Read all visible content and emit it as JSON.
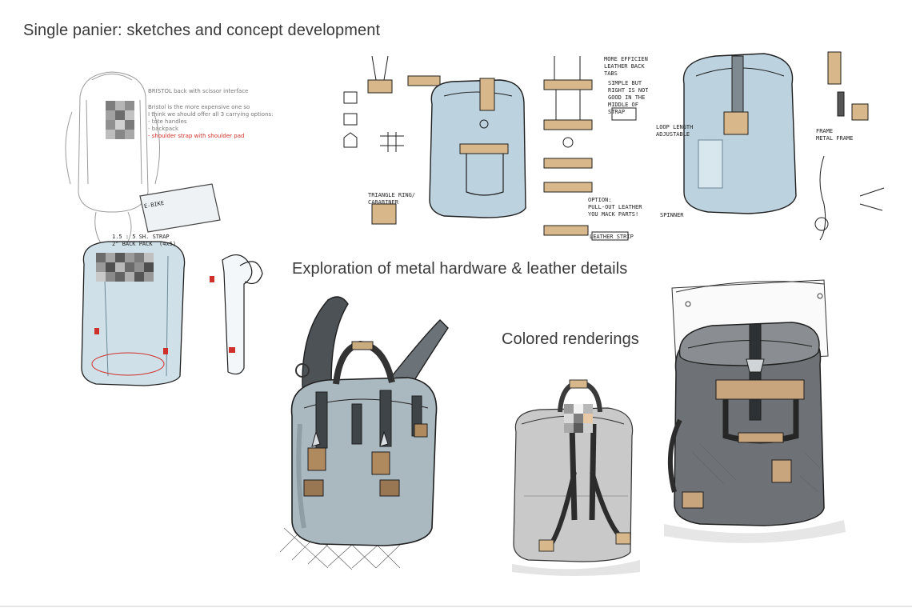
{
  "captions": {
    "sketches": "Single panier: sketches and concept development",
    "metal": "Exploration of metal hardware & leather details",
    "colored": "Colored renderings"
  },
  "notes": {
    "bristol_title": "BRISTOL back with scissor interface",
    "bristol_body": "Bristol is the more expensive one so\nI think we should offer all 3 carrying options:\n- tote handles\n- backpack",
    "bristol_red": "- shoulder strap with shoulder pad",
    "bike_label": "E-BIKE",
    "strap_note": "1.5 : 5 SH. STRAP\n2\" BACK PACK  (4x5)",
    "efficient_note": "MORE EFFICIENT\nLEATHER BACK\nTABS",
    "hardware_note": "SIMPLE BUT\nRIGHT IS NOT\nGOOD IN THE\nMIDDLE OF\nSTRAP",
    "triangle_note": "TRIANGLE RING/\nCARABINER",
    "loop_note": "LOOP LENGTH\nADJUSTABLE",
    "spinner_note": "SPINNER",
    "leather_strip": "LEATHER STRIP",
    "option_note": "OPTION:\nPULL-OUT LEATHER\nYOU MACK PARTS!",
    "frame_note": "FRAME\nMETAL FRAME"
  },
  "colors": {
    "background": "#ffffff",
    "caption_text": "#3a3a3a",
    "marker_blue": "#a9c7d6",
    "leather_tan": "#d8b88a",
    "gray_fabric": "#7b7f83",
    "dark_fabric": "#5d6064",
    "pen_ink": "#1f1f1f",
    "red_note": "#d0302a"
  }
}
